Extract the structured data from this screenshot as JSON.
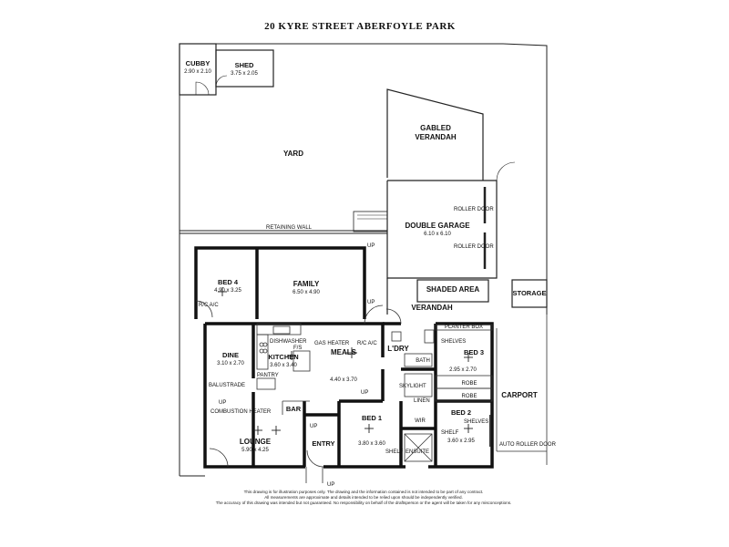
{
  "title": "20 KYRE STREET ABERFOYLE PARK",
  "rooms": {
    "cubby": {
      "name": "CUBBY",
      "dims": "2.90 x 2.10"
    },
    "shed": {
      "name": "SHED",
      "dims": "3.75 x 2.05"
    },
    "yard": {
      "name": "YARD"
    },
    "gabled": {
      "line1": "GABLED",
      "line2": "VERANDAH"
    },
    "garage": {
      "name": "DOUBLE GARAGE",
      "dims": "6.10 x 6.10"
    },
    "shaded": {
      "name": "SHADED AREA"
    },
    "storage": {
      "name": "STORAGE"
    },
    "verandah": {
      "name": "VERANDAH"
    },
    "bed4": {
      "name": "BED 4",
      "dims": "4.90 x 3.25"
    },
    "family": {
      "name": "FAMILY",
      "dims": "6.50 x 4.90"
    },
    "dine": {
      "name": "DINE",
      "dims": "3.10 x 2.70"
    },
    "kitchen": {
      "name": "KITCHEN",
      "dims": "3.60 x 3.40"
    },
    "meals": {
      "name": "MEALS",
      "dims": "4.40 x 3.70"
    },
    "ldry": {
      "name": "L'DRY"
    },
    "bath": {
      "name": "BATH"
    },
    "bed3": {
      "name": "BED 3",
      "dims": "2.95 x 2.70"
    },
    "robe1": {
      "name": "ROBE"
    },
    "robe2": {
      "name": "ROBE"
    },
    "carport": {
      "name": "CARPORT"
    },
    "bar": {
      "name": "BAR"
    },
    "lounge": {
      "name": "LOUNGE",
      "dims": "5.90 x 4.25"
    },
    "entry": {
      "name": "ENTRY"
    },
    "bed1": {
      "name": "BED 1",
      "dims": "3.80 x 3.60"
    },
    "wir": {
      "name": "WIR"
    },
    "ensuite": {
      "name": "ENSUITE"
    },
    "bed2": {
      "name": "BED 2",
      "dims": "3.60 x 2.95"
    }
  },
  "notes": {
    "retaining_wall": "RETAINING WALL",
    "roller_door_1": "ROLLER DOOR",
    "roller_door_2": "ROLLER DOOR",
    "planter_box": "PLANTER BOX",
    "ric_ac_1": "R/C A/C",
    "ric_ac_2": "R/C A/C",
    "dishwasher": "DISHWASHER",
    "fis": "F/S",
    "gas_heater": "GAS HEATER",
    "pantry": "PANTRY",
    "balustrade": "BALUSTRADE",
    "combustion_heater": "COMBUSTION HEATER",
    "skylight": "SKYLIGHT",
    "linen": "LINEN",
    "shelves_1": "SHELVES",
    "shelves_2": "SHELVES",
    "shelf_1": "SHELF",
    "shelf_2": "SHELF",
    "auto_roller_door": "AUTO ROLLER DOOR",
    "up": "UP"
  },
  "disclaimer": [
    "This drawing is for illustration purposes only. The drawing and the information contained is not intended to be part of any contract.",
    "All measurements are approximate and details intended to be relied upon should be independently verified.",
    "The accuracy of this drawing was intended but not guaranteed. No responsibility on behalf of the draftsperson or the agent will be taken for any misconceptions."
  ]
}
